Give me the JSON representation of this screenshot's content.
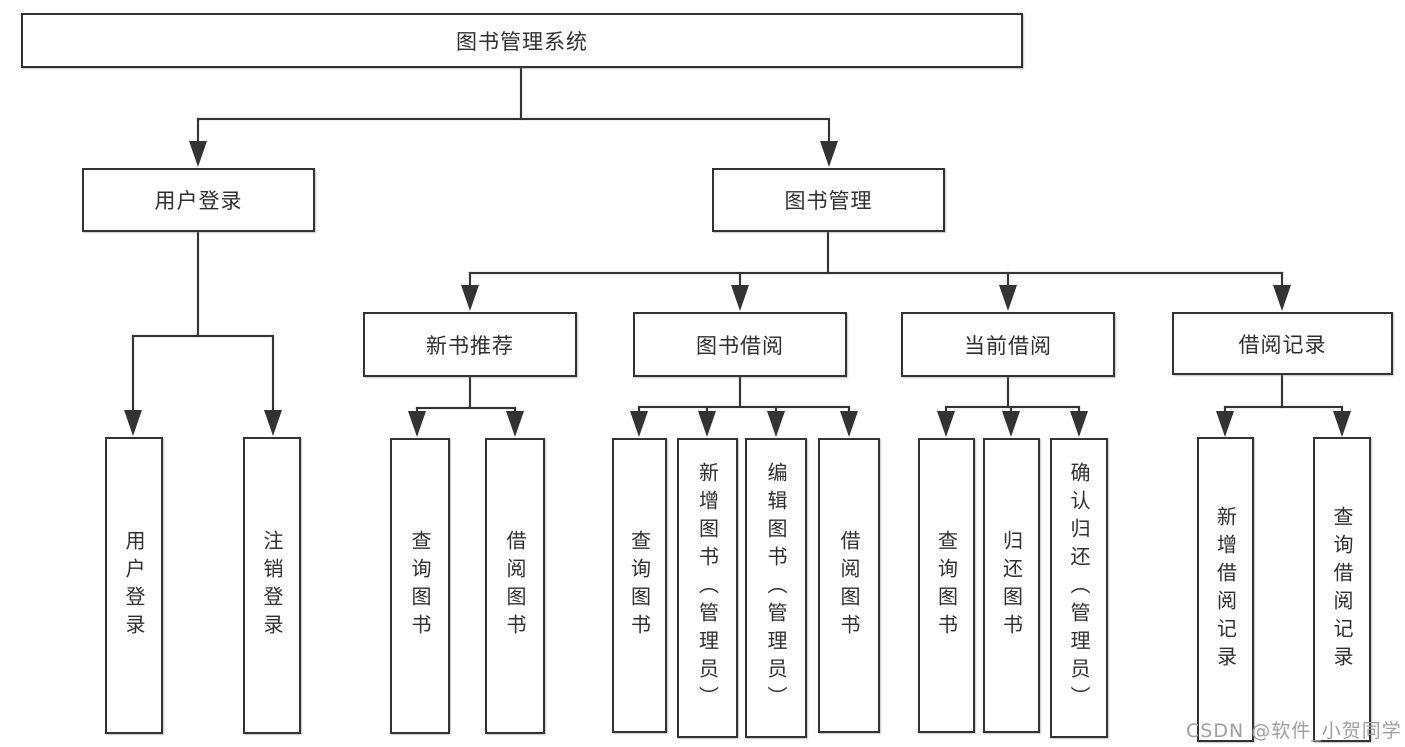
{
  "diagram": {
    "title": "图书管理系统",
    "branches": {
      "user_login": {
        "label": "用户登录",
        "children": [
          "用户登录",
          "注销登录"
        ]
      },
      "book_management": {
        "label": "图书管理",
        "sections": [
          {
            "label": "新书推荐",
            "children": [
              "查询图书",
              "借阅图书"
            ]
          },
          {
            "label": "图书借阅",
            "children": [
              "查询图书",
              "新增图书（管理员）",
              "编辑图书（管理员）",
              "借阅图书"
            ]
          },
          {
            "label": "当前借阅",
            "children": [
              "查询图书",
              "归还图书",
              "确认归还（管理员）"
            ]
          },
          {
            "label": "借阅记录",
            "children": [
              "新增借阅记录",
              "查询借阅记录"
            ]
          }
        ]
      }
    }
  },
  "watermark": {
    "text": "CSDN @软件_小贺同学"
  },
  "colors": {
    "line": "#333333",
    "text": "#2f2f2f",
    "watermark": "#9f9f9f",
    "background": "#ffffff"
  }
}
